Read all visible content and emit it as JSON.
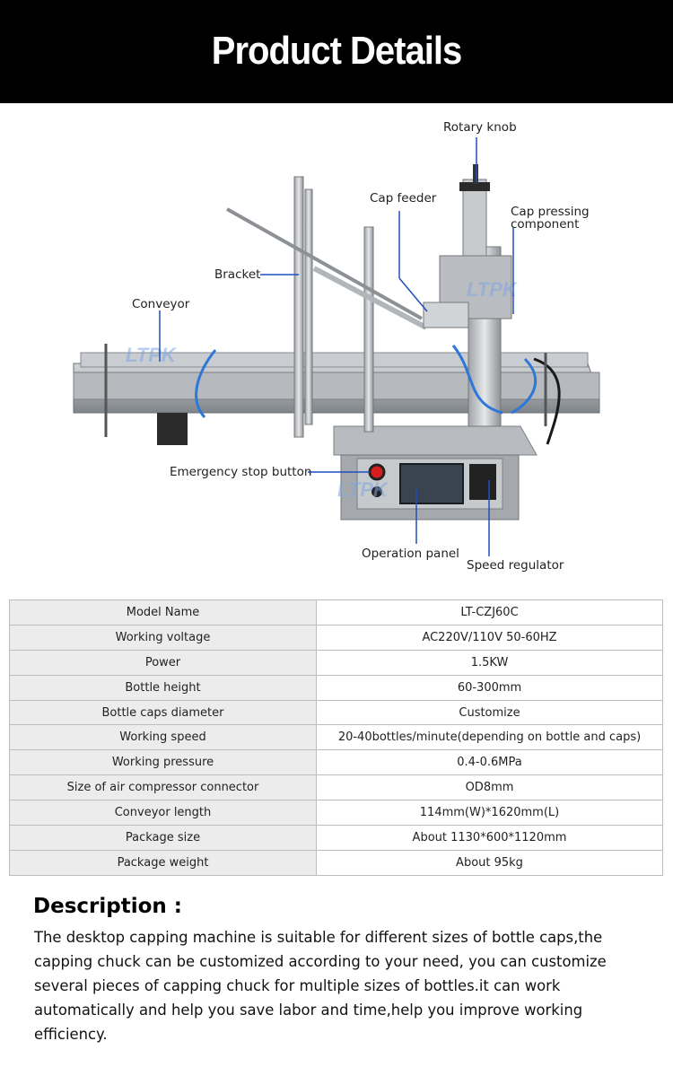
{
  "banner": {
    "title": "Product Details"
  },
  "figure": {
    "watermark": "LTPK",
    "labels": {
      "rotary_knob": "Rotary knob",
      "cap_feeder": "Cap feeder",
      "cap_pressing_line1": "Cap pressing",
      "cap_pressing_line2": "component",
      "bracket": "Bracket",
      "conveyor": "Conveyor",
      "emergency_stop": "Emergency stop button",
      "operation_panel": "Operation panel",
      "speed_regulator": "Speed regulator"
    },
    "colors": {
      "leader_line": "#1f4fbf",
      "machine_steel": "#9a9ea3",
      "stop_button": "#d81e1e"
    }
  },
  "specs": [
    {
      "key": "Model Name",
      "value": "LT-CZJ60C"
    },
    {
      "key": "Working voltage",
      "value": "AC220V/110V 50-60HZ"
    },
    {
      "key": "Power",
      "value": "1.5KW"
    },
    {
      "key": "Bottle height",
      "value": "60-300mm"
    },
    {
      "key": "Bottle caps diameter",
      "value": "Customize"
    },
    {
      "key": "Working speed",
      "value": "20-40bottles/minute(depending on bottle and caps)"
    },
    {
      "key": "Working pressure",
      "value": "0.4-0.6MPa"
    },
    {
      "key": "Size of air compressor connector",
      "value": "OD8mm"
    },
    {
      "key": "Conveyor length",
      "value": "114mm(W)*1620mm(L)"
    },
    {
      "key": "Package size",
      "value": "About 1130*600*1120mm"
    },
    {
      "key": "Package weight",
      "value": "About 95kg"
    }
  ],
  "description": {
    "title": "Description :",
    "text": "The desktop capping machine is suitable for different sizes of bottle caps,the capping chuck can be customized according to your need, you can customize several pieces of capping chuck for multiple sizes of bottles.it can work automatically and help you save labor and time,help you improve working efficiency."
  }
}
